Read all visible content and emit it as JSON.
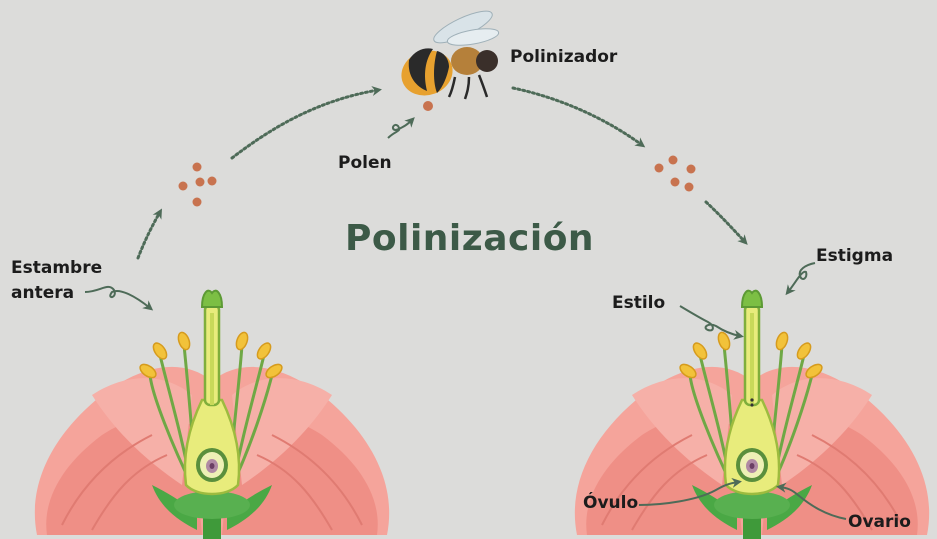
{
  "title": "Polinización",
  "labels": {
    "pollinator": "Polinizador",
    "pollen": "Polen",
    "stamen_line1": "Estambre",
    "stamen_line2": "antera",
    "stigma": "Estigma",
    "style": "Estilo",
    "ovule": "Óvulo",
    "ovary": "Ovario"
  },
  "icons": {
    "pollinator": "bee-icon",
    "flower": "flower-cross-section-icon",
    "pollen": "pollen-grains-icon",
    "arrow": "dotted-arrow-icon"
  },
  "colors": {
    "background": "#dcdcda",
    "title": "#3c5a47",
    "arrow": "#4e6b58",
    "pollen": "#c8734f",
    "petal": "#f39c93",
    "petal_dark": "#de6f66",
    "stem": "#3f9a3a",
    "anther": "#f2c23a"
  }
}
